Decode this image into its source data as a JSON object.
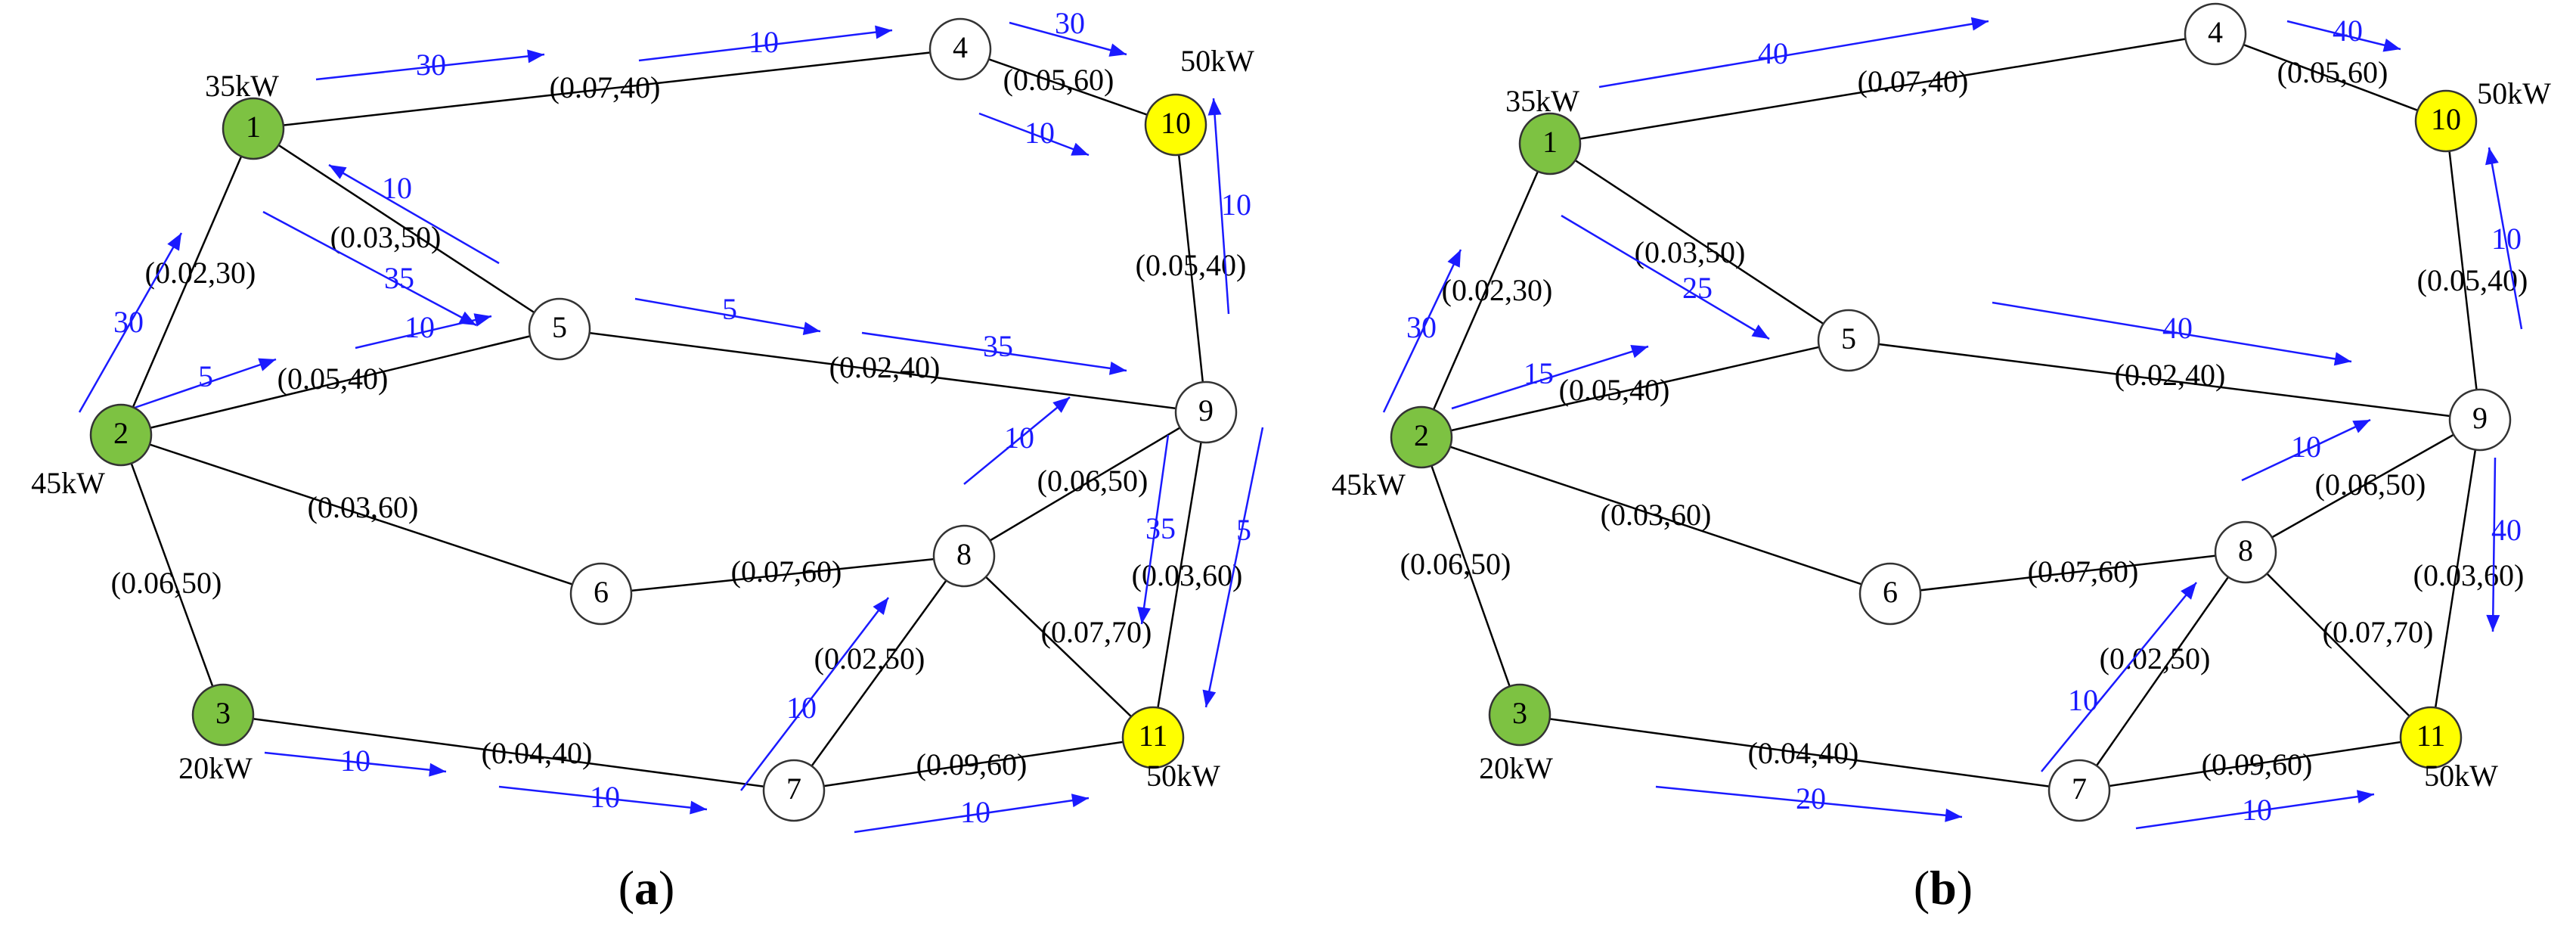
{
  "colors": {
    "source": "#7dc242",
    "sink": "#ffff00",
    "plain": "#ffffff",
    "flow": "#1a1aff"
  },
  "panels": [
    {
      "caption": "(a)",
      "nodes": [
        {
          "id": "1",
          "type": "source",
          "power": "35kW"
        },
        {
          "id": "2",
          "type": "source",
          "power": "45kW"
        },
        {
          "id": "3",
          "type": "source",
          "power": "20kW"
        },
        {
          "id": "4",
          "type": "plain",
          "power": ""
        },
        {
          "id": "5",
          "type": "plain",
          "power": ""
        },
        {
          "id": "6",
          "type": "plain",
          "power": ""
        },
        {
          "id": "7",
          "type": "plain",
          "power": ""
        },
        {
          "id": "8",
          "type": "plain",
          "power": ""
        },
        {
          "id": "9",
          "type": "plain",
          "power": ""
        },
        {
          "id": "10",
          "type": "sink",
          "power": "50kW"
        },
        {
          "id": "11",
          "type": "sink",
          "power": "50kW"
        }
      ],
      "edges": [
        {
          "from": "1",
          "to": "4",
          "label": "(0.07,40)"
        },
        {
          "from": "1",
          "to": "2",
          "label": "(0.02,30)"
        },
        {
          "from": "1",
          "to": "5",
          "label": "(0.03,50)"
        },
        {
          "from": "4",
          "to": "10",
          "label": "(0.05,60)"
        },
        {
          "from": "2",
          "to": "5",
          "label": "(0.05,40)"
        },
        {
          "from": "2",
          "to": "6",
          "label": "(0.03,60)"
        },
        {
          "from": "2",
          "to": "3",
          "label": "(0.06,50)"
        },
        {
          "from": "5",
          "to": "9",
          "label": "(0.02,40)"
        },
        {
          "from": "9",
          "to": "10",
          "label": "(0.05,40)"
        },
        {
          "from": "9",
          "to": "8",
          "label": "(0.06,50)"
        },
        {
          "from": "9",
          "to": "11",
          "label": "(0.03,60)"
        },
        {
          "from": "6",
          "to": "8",
          "label": "(0.07,60)"
        },
        {
          "from": "8",
          "to": "7",
          "label": "(0.02,50)"
        },
        {
          "from": "8",
          "to": "11",
          "label": "(0.07,70)"
        },
        {
          "from": "3",
          "to": "7",
          "label": "(0.04,40)"
        },
        {
          "from": "7",
          "to": "11",
          "label": "(0.09,60)"
        }
      ],
      "flows": [
        "30",
        "10",
        "30",
        "10",
        "10",
        "35",
        "10",
        "30",
        "5",
        "5",
        "35",
        "10",
        "10",
        "35",
        "5",
        "10",
        "10",
        "10",
        "10"
      ]
    },
    {
      "caption": "(b)",
      "nodes": [
        {
          "id": "1",
          "type": "source",
          "power": "35kW"
        },
        {
          "id": "2",
          "type": "source",
          "power": "45kW"
        },
        {
          "id": "3",
          "type": "source",
          "power": "20kW"
        },
        {
          "id": "4",
          "type": "plain",
          "power": ""
        },
        {
          "id": "5",
          "type": "plain",
          "power": ""
        },
        {
          "id": "6",
          "type": "plain",
          "power": ""
        },
        {
          "id": "7",
          "type": "plain",
          "power": ""
        },
        {
          "id": "8",
          "type": "plain",
          "power": ""
        },
        {
          "id": "9",
          "type": "plain",
          "power": ""
        },
        {
          "id": "10",
          "type": "sink",
          "power": "50kW"
        },
        {
          "id": "11",
          "type": "sink",
          "power": "50kW"
        }
      ],
      "edges": [
        {
          "from": "1",
          "to": "4",
          "label": "(0.07,40)"
        },
        {
          "from": "1",
          "to": "2",
          "label": "(0.02,30)"
        },
        {
          "from": "1",
          "to": "5",
          "label": "(0.03,50)"
        },
        {
          "from": "4",
          "to": "10",
          "label": "(0.05,60)"
        },
        {
          "from": "2",
          "to": "5",
          "label": "(0.05,40)"
        },
        {
          "from": "2",
          "to": "6",
          "label": "(0.03,60)"
        },
        {
          "from": "2",
          "to": "3",
          "label": "(0.06,50)"
        },
        {
          "from": "5",
          "to": "9",
          "label": "(0.02,40)"
        },
        {
          "from": "9",
          "to": "10",
          "label": "(0.05,40)"
        },
        {
          "from": "9",
          "to": "8",
          "label": "(0.06,50)"
        },
        {
          "from": "9",
          "to": "11",
          "label": "(0.03,60)"
        },
        {
          "from": "6",
          "to": "8",
          "label": "(0.07,60)"
        },
        {
          "from": "8",
          "to": "7",
          "label": "(0.02,50)"
        },
        {
          "from": "8",
          "to": "11",
          "label": "(0.07,70)"
        },
        {
          "from": "3",
          "to": "7",
          "label": "(0.04,40)"
        },
        {
          "from": "7",
          "to": "11",
          "label": "(0.09,60)"
        }
      ],
      "flows": [
        "40",
        "40",
        "25",
        "30",
        "15",
        "40",
        "10",
        "10",
        "40",
        "10",
        "20",
        "10"
      ]
    }
  ]
}
